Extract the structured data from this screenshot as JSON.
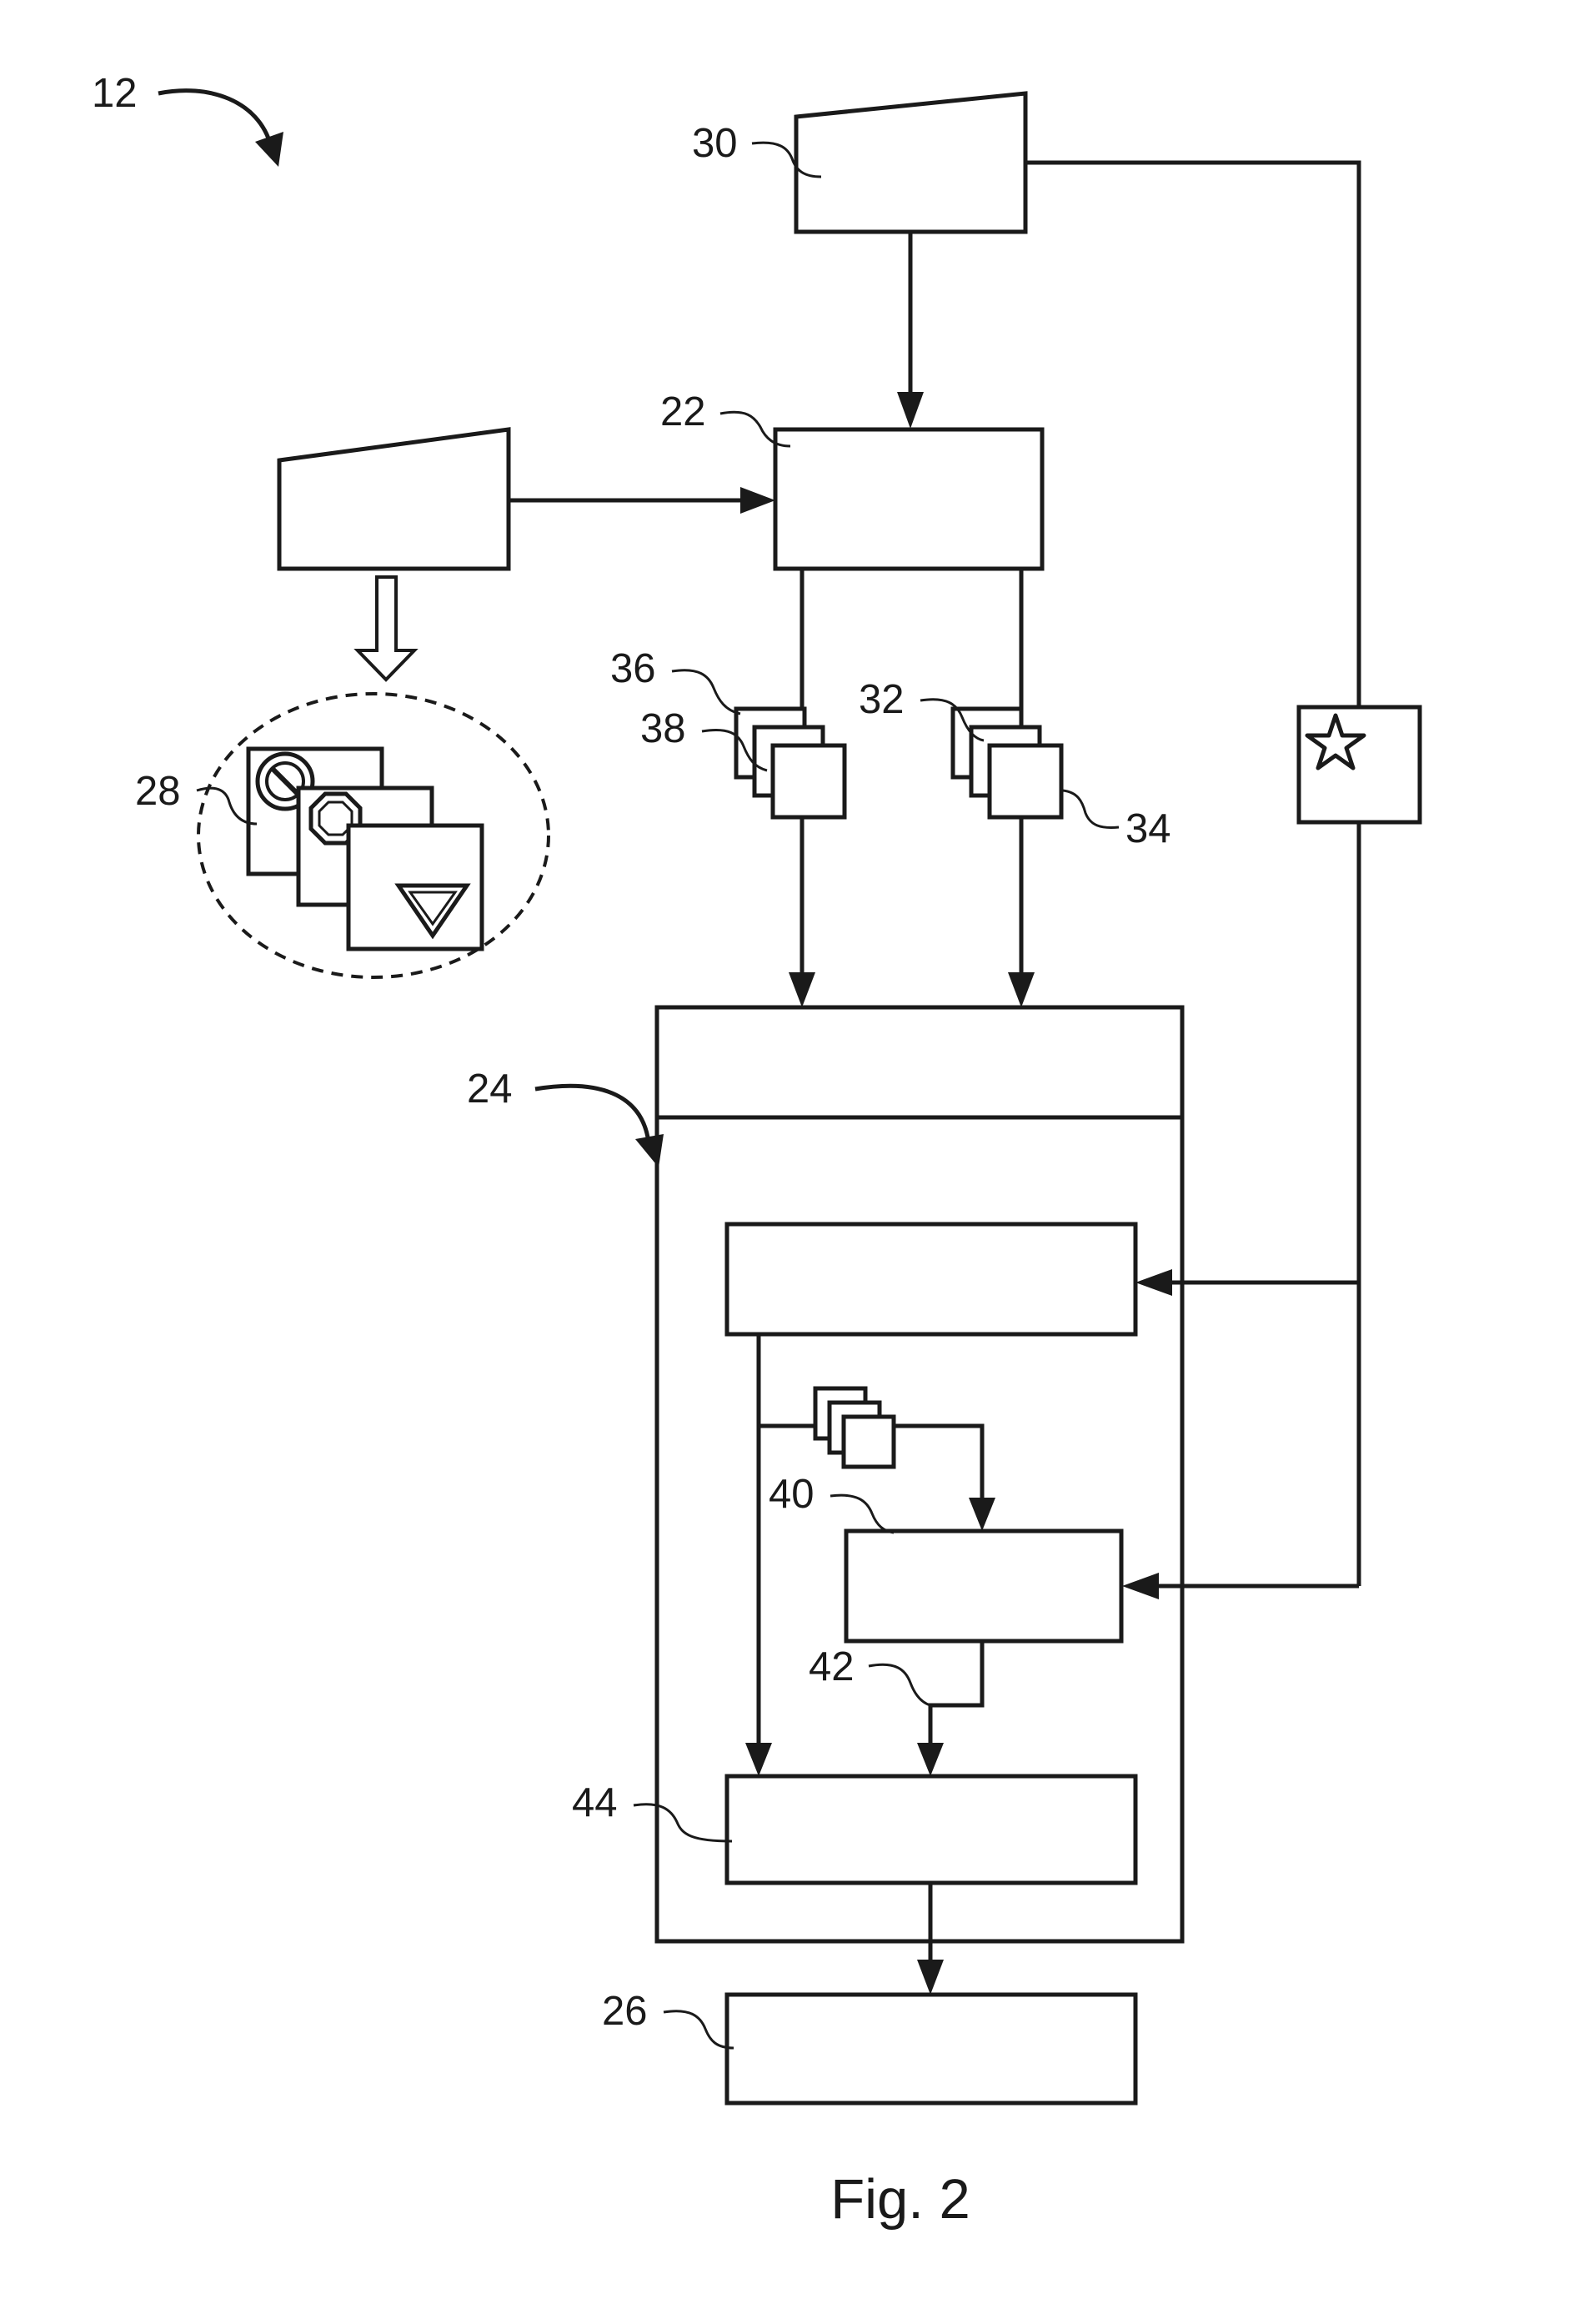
{
  "labels": {
    "ref_12": "12",
    "ref_30": "30",
    "ref_22": "22",
    "ref_36": "36",
    "ref_38": "38",
    "ref_32": "32",
    "ref_34": "34",
    "ref_28": "28",
    "ref_24": "24",
    "ref_40": "40",
    "ref_42": "42",
    "ref_44": "44",
    "ref_26": "26"
  },
  "caption": "Fig. 2",
  "icons": [
    "no-entry-sign-icon",
    "stop-sign-icon",
    "yield-sign-icon",
    "star-icon"
  ],
  "colors": {
    "ink": "#1a1a1a",
    "background": "#ffffff"
  }
}
